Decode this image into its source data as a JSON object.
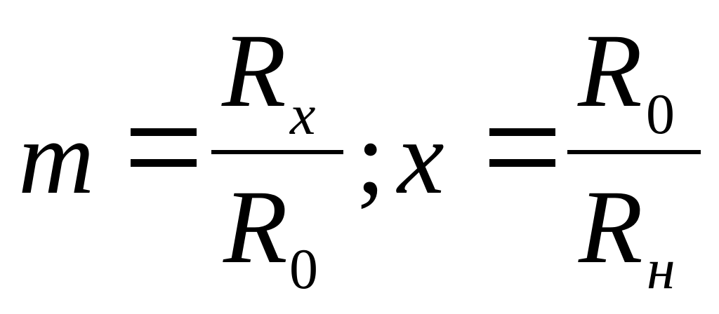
{
  "formula": {
    "lhs1": "m",
    "equals": "=",
    "frac1": {
      "num_base": "R",
      "num_sub": "x",
      "den_base": "R",
      "den_sub": "0"
    },
    "separator": ";",
    "lhs2": "x",
    "frac2": {
      "num_base": "R",
      "num_sub": "0",
      "den_base": "R",
      "den_sub": "н"
    }
  }
}
